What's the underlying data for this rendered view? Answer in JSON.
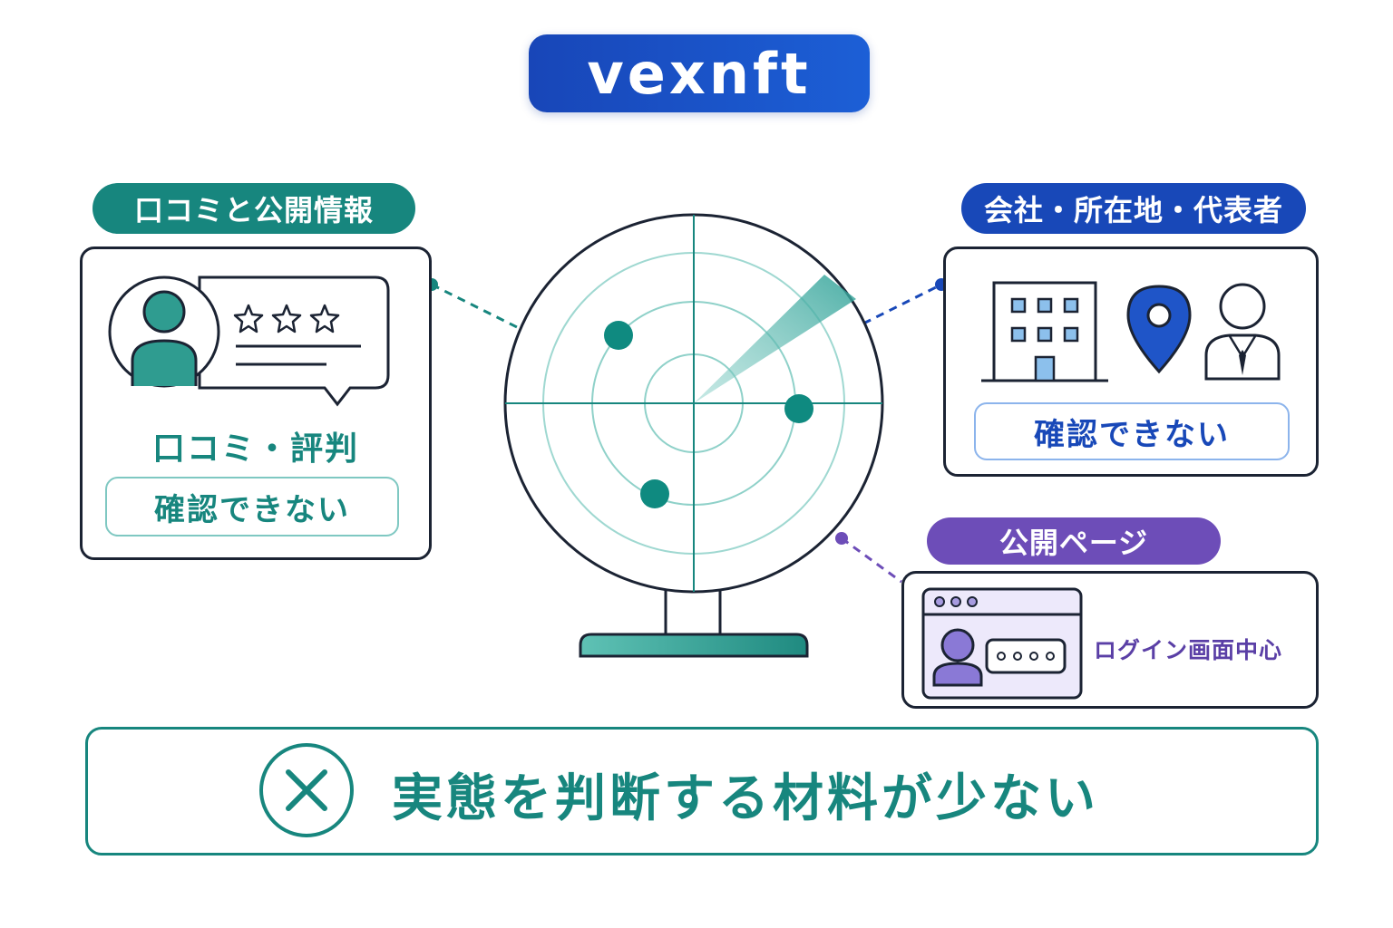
{
  "title": "vexnft",
  "left_panel": {
    "pill": "口コミと公開情報",
    "label": "口コミ・評判",
    "status": "確認できない"
  },
  "right_top_panel": {
    "pill": "会社・所在地・代表者",
    "status": "確認できない"
  },
  "right_bottom_panel": {
    "pill": "公開ページ",
    "label": "ログイン画面中心"
  },
  "conclusion": {
    "text": "実態を判断する材料が少ない"
  },
  "icons": {
    "review": "review-bubble-icon",
    "building": "building-icon",
    "location": "location-pin-icon",
    "representative": "person-tie-icon",
    "login_page": "login-window-icon",
    "radar": "radar-icon",
    "conclusion": "cross-circle-icon"
  },
  "colors": {
    "teal": "#17867e",
    "blue": "#1848b8",
    "purple": "#6d4db8",
    "navy": "#1b2333"
  }
}
